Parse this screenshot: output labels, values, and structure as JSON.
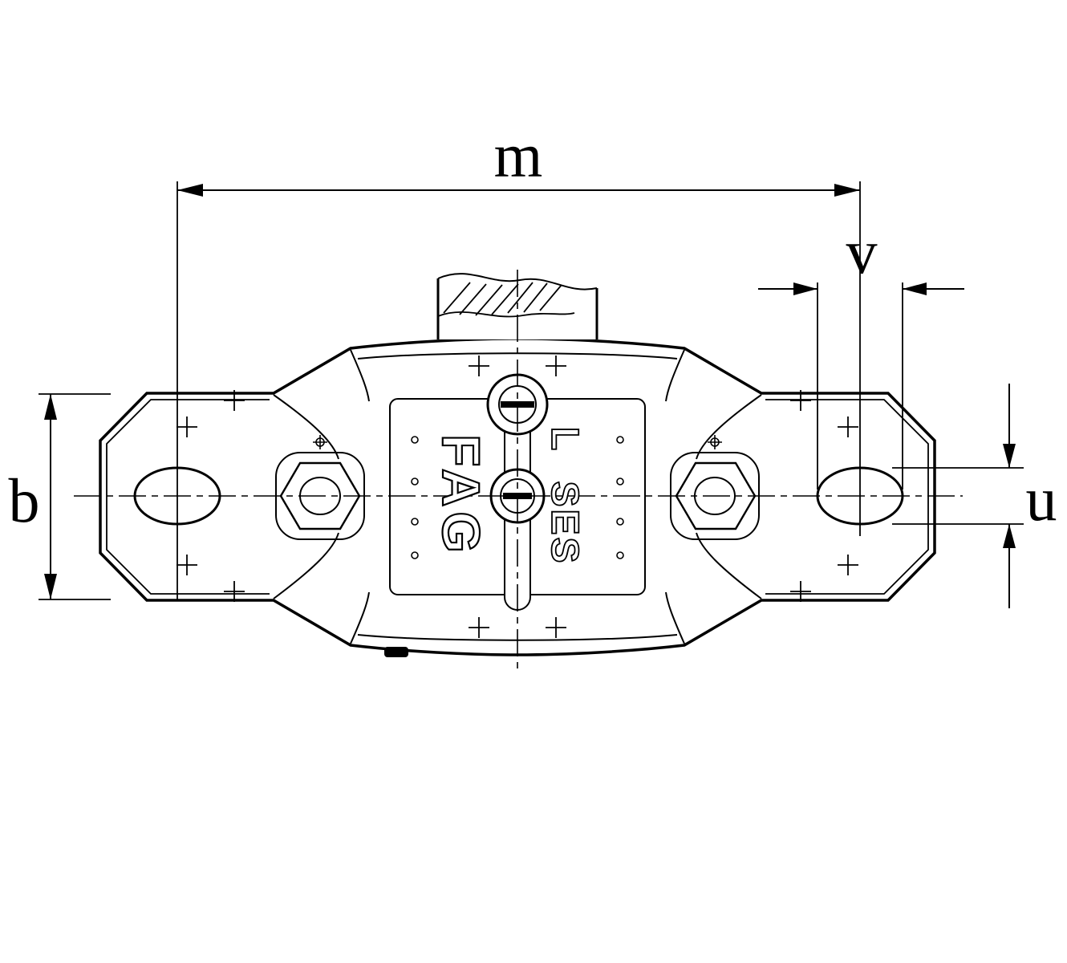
{
  "drawing": {
    "dimension_labels": {
      "m": "m",
      "v": "v",
      "b": "b",
      "u": "u"
    },
    "markings": {
      "brand": "FAG",
      "series": "SES",
      "variant": "L"
    },
    "colors": {
      "line": "#000000",
      "background": "#ffffff"
    }
  }
}
